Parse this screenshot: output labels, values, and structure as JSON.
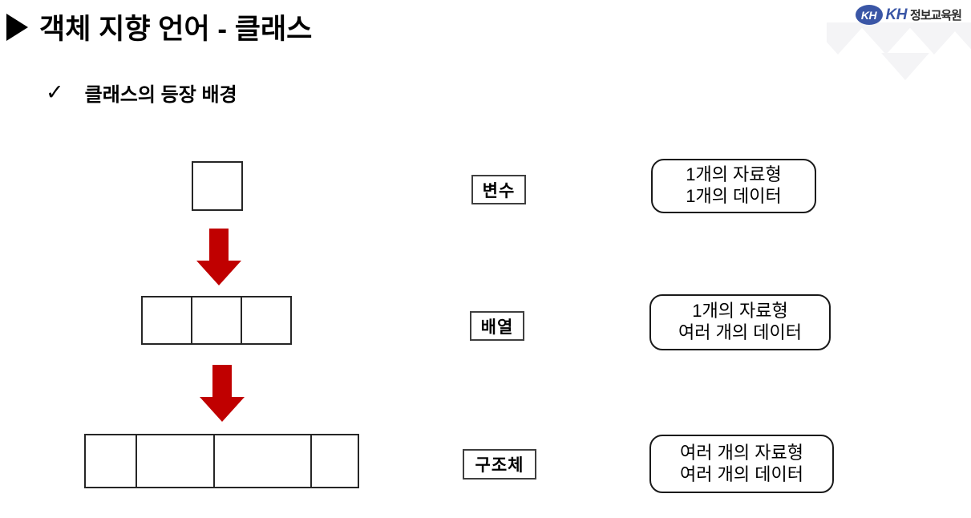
{
  "slide": {
    "title": "객체 지향 언어 - 클래스",
    "title_bullet_icon": "triangle-right-icon",
    "subtitle": "클래스의 등장 배경",
    "subtitle_bullet_icon": "check-icon",
    "subtitle_check": "✓"
  },
  "logo": {
    "badge_text": "KH",
    "brand_abbr": "KH",
    "brand_name": "정보교육원",
    "badge_color": "#3a56a6"
  },
  "diagram": {
    "arrow_color": "#C00000",
    "border_color": "#262626",
    "levels": [
      {
        "id": "variable",
        "tag": "변수",
        "cells": 1,
        "cell_widths": [
          64
        ],
        "description_lines": [
          "1개의 자료형",
          "1개의 데이터"
        ]
      },
      {
        "id": "array",
        "tag": "배열",
        "cells": 3,
        "cell_widths": [
          64,
          64,
          64
        ],
        "description_lines": [
          "1개의 자료형",
          "여러 개의 데이터"
        ]
      },
      {
        "id": "struct",
        "tag": "구조체",
        "cells": 4,
        "cell_widths": [
          66,
          99,
          123,
          61
        ],
        "description_lines": [
          "여러 개의 자료형",
          "여러 개의 데이터"
        ]
      }
    ],
    "arrows": [
      {
        "id": "arrow-variable-to-array",
        "icon": "arrow-down-icon"
      },
      {
        "id": "arrow-array-to-struct",
        "icon": "arrow-down-icon"
      }
    ]
  }
}
